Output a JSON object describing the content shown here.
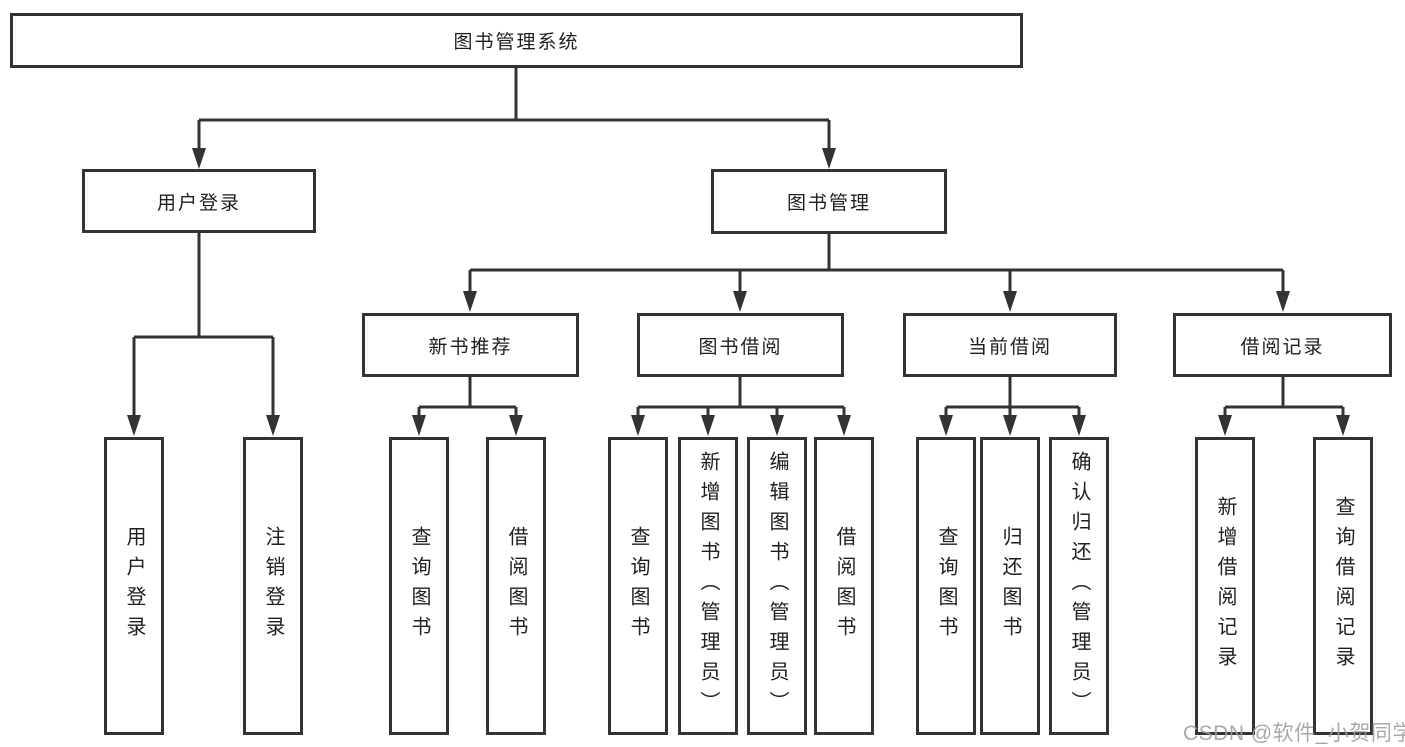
{
  "tree": {
    "root": {
      "label": "图书管理系统"
    },
    "level2": [
      {
        "label": "用户登录"
      },
      {
        "label": "图书管理"
      }
    ],
    "level3": [
      {
        "label": "新书推荐"
      },
      {
        "label": "图书借阅"
      },
      {
        "label": "当前借阅"
      },
      {
        "label": "借阅记录"
      }
    ],
    "leaves": {
      "user_login": [
        {
          "label": "用户登录"
        },
        {
          "label": "注销登录"
        }
      ],
      "new_book_rec": [
        {
          "label": "查询图书"
        },
        {
          "label": "借阅图书"
        }
      ],
      "book_borrow": [
        {
          "label": "查询图书"
        },
        {
          "label": "新增图书（管理员）"
        },
        {
          "label": "编辑图书（管理员）"
        },
        {
          "label": "借阅图书"
        }
      ],
      "current_borrow": [
        {
          "label": "查询图书"
        },
        {
          "label": "归还图书"
        },
        {
          "label": "确认归还（管理员）"
        }
      ],
      "borrow_record": [
        {
          "label": "新增借阅记录"
        },
        {
          "label": "查询借阅记录"
        }
      ]
    }
  },
  "watermark": {
    "text": "CSDN @软件_小贺同学"
  },
  "colors": {
    "line": "#333333",
    "box_border": "#333333",
    "box_background": "#ffffff",
    "text": "#1f1f1f",
    "watermark": "#9e9e9e"
  }
}
